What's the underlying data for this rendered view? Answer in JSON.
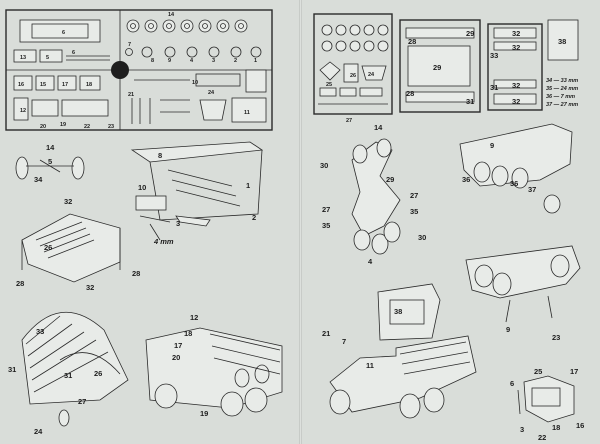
{
  "colors": {
    "paper": "#d9ddd9",
    "ink": "#1e1e1e"
  },
  "left_sprue": {
    "labels": [
      "14",
      "6",
      "13",
      "5",
      "6",
      "7",
      "8",
      "9",
      "4",
      "3",
      "2",
      "1",
      "16",
      "15",
      "17",
      "18",
      "19",
      "10",
      "12",
      "20",
      "21",
      "22",
      "23",
      "24",
      "11"
    ]
  },
  "right_sprue": {
    "labels": [
      "27",
      "25",
      "24",
      "26",
      "28",
      "29",
      "29",
      "31",
      "28",
      "33",
      "32",
      "32",
      "31",
      "32",
      "32",
      "38"
    ],
    "legend": [
      "34 — 33 mm",
      "35 — 24 mm",
      "36 — 7 mm",
      "37 — 27 mm"
    ]
  },
  "steps": {
    "axle": {
      "labels": [
        "14",
        "5",
        "34"
      ]
    },
    "frame": {
      "labels": [
        "8",
        "1",
        "10",
        "2",
        "3"
      ],
      "dimension": "4 mm"
    },
    "body_frame": {
      "labels": [
        "32",
        "26",
        "28",
        "28",
        "32"
      ]
    },
    "chassis_under": {
      "labels": [
        "14",
        "30",
        "29",
        "27",
        "27",
        "35",
        "35",
        "30",
        "4"
      ]
    },
    "chassis_rear": {
      "labels": [
        "9",
        "36",
        "36",
        "37"
      ]
    },
    "canopy": {
      "labels": [
        "33",
        "31",
        "31",
        "26",
        "24",
        "27"
      ]
    },
    "truck_tanker": {
      "labels": [
        "12",
        "18",
        "17",
        "20",
        "19"
      ]
    },
    "truck_cargo": {
      "labels": [
        "38",
        "21",
        "7",
        "11"
      ]
    },
    "chassis_side": {
      "labels": [
        "9",
        "23"
      ]
    },
    "cab_detail": {
      "labels": [
        "25",
        "17",
        "6",
        "3",
        "22",
        "18",
        "16"
      ]
    }
  }
}
